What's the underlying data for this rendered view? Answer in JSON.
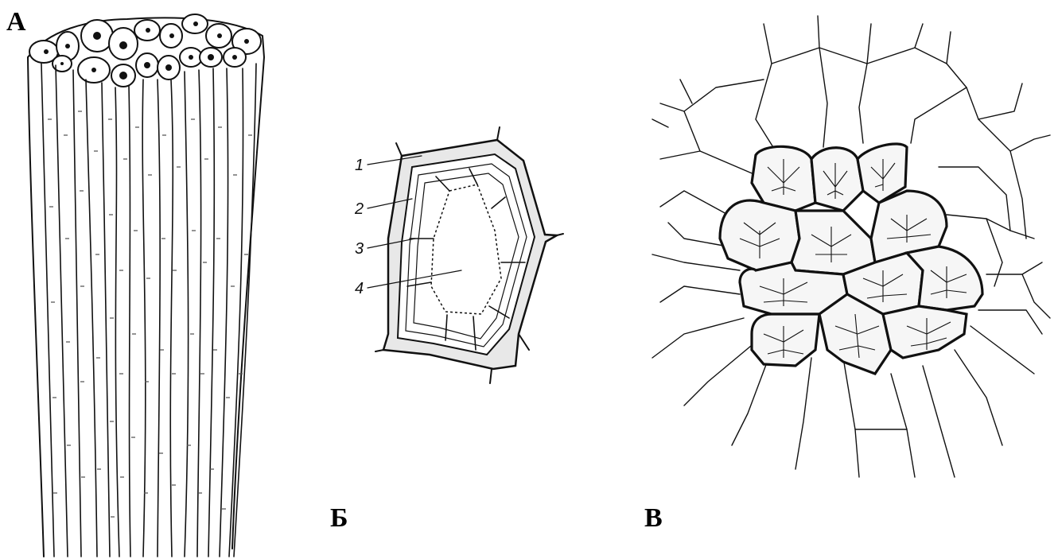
{
  "figure": {
    "panels": [
      {
        "letter": "А",
        "subject": "fiber-bundle"
      },
      {
        "letter": "Б",
        "subject": "cell-cross-section"
      },
      {
        "letter": "В",
        "subject": "stone-cell-cluster"
      }
    ],
    "callouts": [
      "1",
      "2",
      "3",
      "4"
    ],
    "colors": {
      "ink": "#111111",
      "background": "#ffffff",
      "wall_fill": "#e8e8e8"
    }
  }
}
